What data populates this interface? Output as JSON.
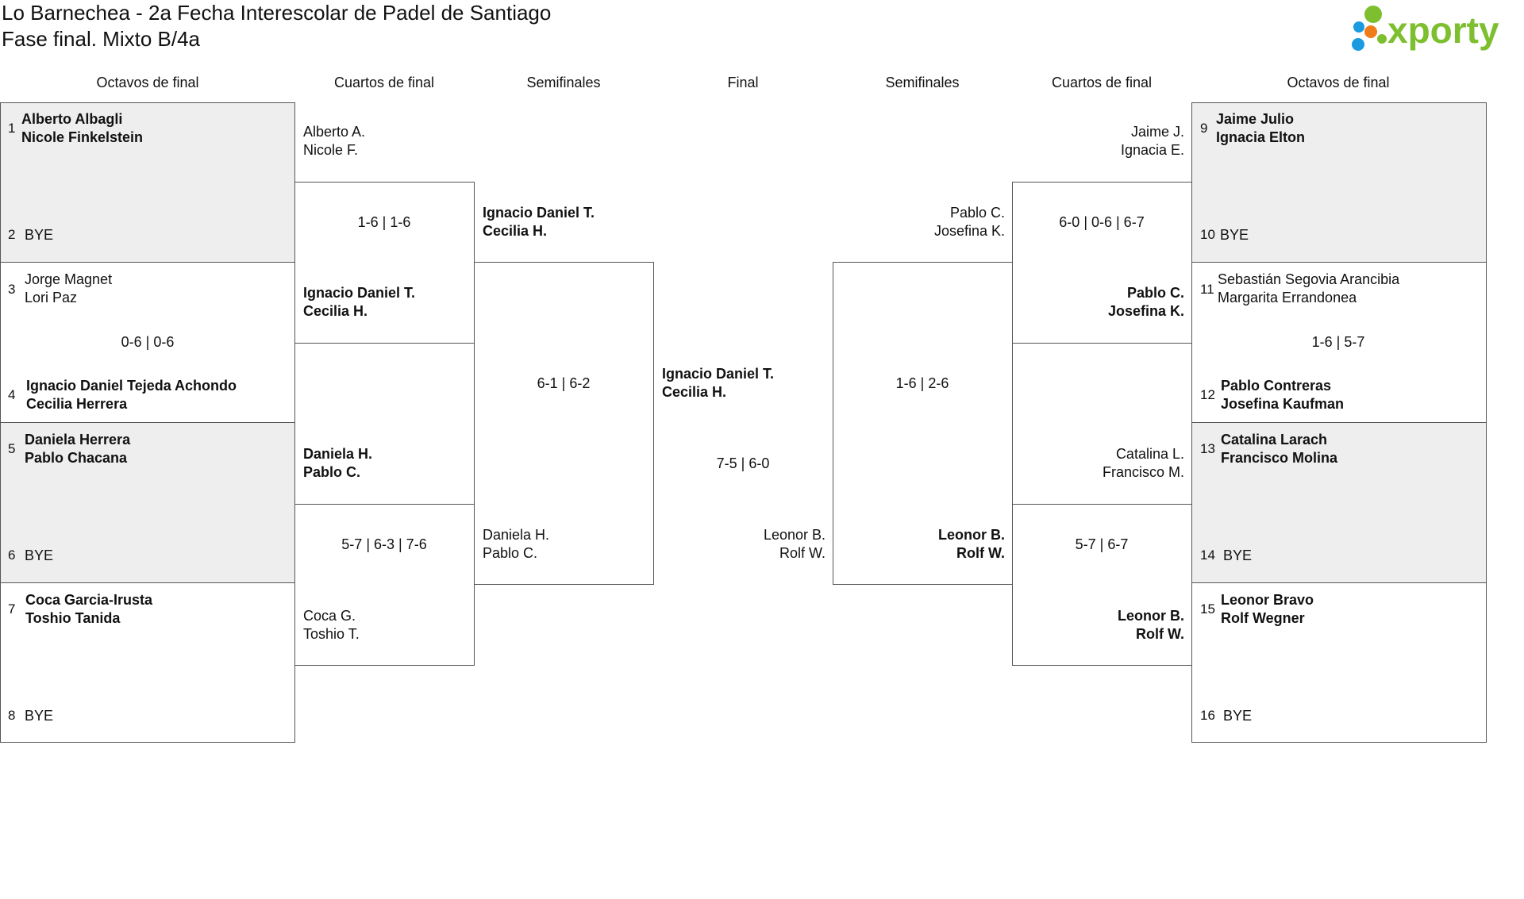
{
  "header": {
    "title_line1": "Lo Barnechea - 2a Fecha Interescolar de Padel de Santiago",
    "title_line2": "Fase final. Mixto B/4a"
  },
  "logo": {
    "text": "xporty",
    "icon": "xporty-dots-logo",
    "colors": [
      "#7dbf2e",
      "#f07d1a",
      "#1a9be0"
    ]
  },
  "rounds": {
    "r16_left": "Octavos de final",
    "qf_left": "Cuartos de final",
    "sf_left": "Semifinales",
    "final": "Final",
    "sf_right": "Semifinales",
    "qf_right": "Cuartos de final",
    "r16_right": "Octavos de final"
  },
  "r16_left": [
    {
      "seed_a": "1",
      "a1": "Alberto Albagli",
      "a2": "Nicole Finkelstein",
      "seed_b": "2",
      "b": "BYE",
      "score": ""
    },
    {
      "seed_a": "3",
      "a1": "Jorge Magnet",
      "a2": "Lori Paz",
      "seed_b": "4",
      "b1": "Ignacio Daniel Tejeda Achondo",
      "b2": "Cecilia Herrera",
      "score": "0-6 | 0-6"
    },
    {
      "seed_a": "5",
      "a1": "Daniela Herrera",
      "a2": "Pablo Chacana",
      "seed_b": "6",
      "b": "BYE",
      "score": ""
    },
    {
      "seed_a": "7",
      "a1": "Coca Garcia-Irusta",
      "a2": "Toshio Tanida",
      "seed_b": "8",
      "b": "BYE",
      "score": ""
    }
  ],
  "qf_left": [
    {
      "a1": "Alberto A.",
      "a2": "Nicole F.",
      "b1": "Ignacio Daniel T.",
      "b2": "Cecilia H.",
      "score": "1-6 | 1-6"
    },
    {
      "a1": "Daniela H.",
      "a2": "Pablo C.",
      "b1": "Coca G.",
      "b2": "Toshio T.",
      "score": "5-7 | 6-3 | 7-6"
    }
  ],
  "sf_left": {
    "a1": "Ignacio Daniel T.",
    "a2": "Cecilia H.",
    "b1": "Daniela H.",
    "b2": "Pablo C.",
    "score": "6-1 | 6-2"
  },
  "final": {
    "a1": "Ignacio Daniel T.",
    "a2": "Cecilia H.",
    "b1": "Leonor B.",
    "b2": "Rolf W.",
    "score": "7-5 | 6-0"
  },
  "sf_right": {
    "a1": "Pablo C.",
    "a2": "Josefina K.",
    "b1": "Leonor B.",
    "b2": "Rolf W.",
    "score": "1-6 | 2-6"
  },
  "qf_right": [
    {
      "a1": "Jaime J.",
      "a2": "Ignacia E.",
      "b1": "Pablo C.",
      "b2": "Josefina K.",
      "score": "6-0 | 0-6 | 6-7"
    },
    {
      "a1": "Catalina L.",
      "a2": "Francisco M.",
      "b1": "Leonor B.",
      "b2": "Rolf W.",
      "score": "5-7 | 6-7"
    }
  ],
  "r16_right": [
    {
      "seed_a": "9",
      "a1": "Jaime Julio",
      "a2": "Ignacia Elton",
      "seed_b": "10",
      "b": "BYE",
      "score": ""
    },
    {
      "seed_a": "11",
      "a1": "Sebastián Segovia Arancibia",
      "a2": "Margarita Errandonea",
      "seed_b": "12",
      "b1": "Pablo Contreras",
      "b2": "Josefina Kaufman",
      "score": "1-6 | 5-7"
    },
    {
      "seed_a": "13",
      "a1": "Catalina Larach",
      "a2": "Francisco Molina",
      "seed_b": "14",
      "b": "BYE",
      "score": ""
    },
    {
      "seed_a": "15",
      "a1": "Leonor Bravo",
      "a2": "Rolf Wegner",
      "seed_b": "16",
      "b": "BYE",
      "score": ""
    }
  ]
}
